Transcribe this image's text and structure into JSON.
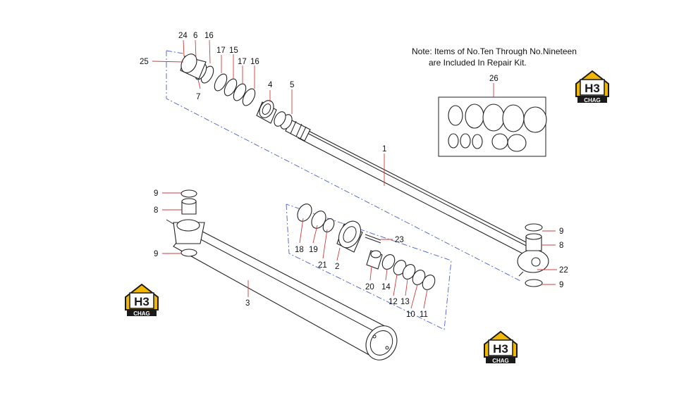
{
  "note": {
    "line1": "Note: Items of No.Ten Through No.Nineteen",
    "line2": "are Included In Repair Kit."
  },
  "callouts": [
    "24",
    "6",
    "16",
    "17",
    "15",
    "17",
    "16",
    "25",
    "7",
    "4",
    "5",
    "1",
    "26",
    "9",
    "8",
    "9",
    "18",
    "19",
    "21",
    "2",
    "23",
    "20",
    "14",
    "12",
    "13",
    "10",
    "11",
    "3",
    "9",
    "8",
    "22",
    "9"
  ],
  "logo": {
    "text": "H3",
    "subtext": "CHAG",
    "accent": "#f2b705",
    "dark": "#1a1a1a"
  },
  "colors": {
    "leader": "#d23c3c",
    "dash": "#4a5ec4",
    "ink": "#222222"
  }
}
